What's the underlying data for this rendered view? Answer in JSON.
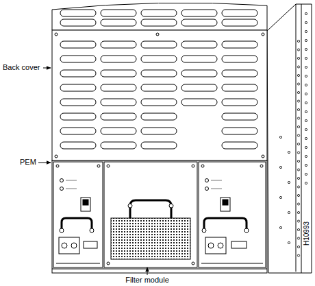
{
  "diagram": {
    "labels": [
      "Back cover",
      "PEM",
      "Filter module",
      "H10993"
    ]
  }
}
